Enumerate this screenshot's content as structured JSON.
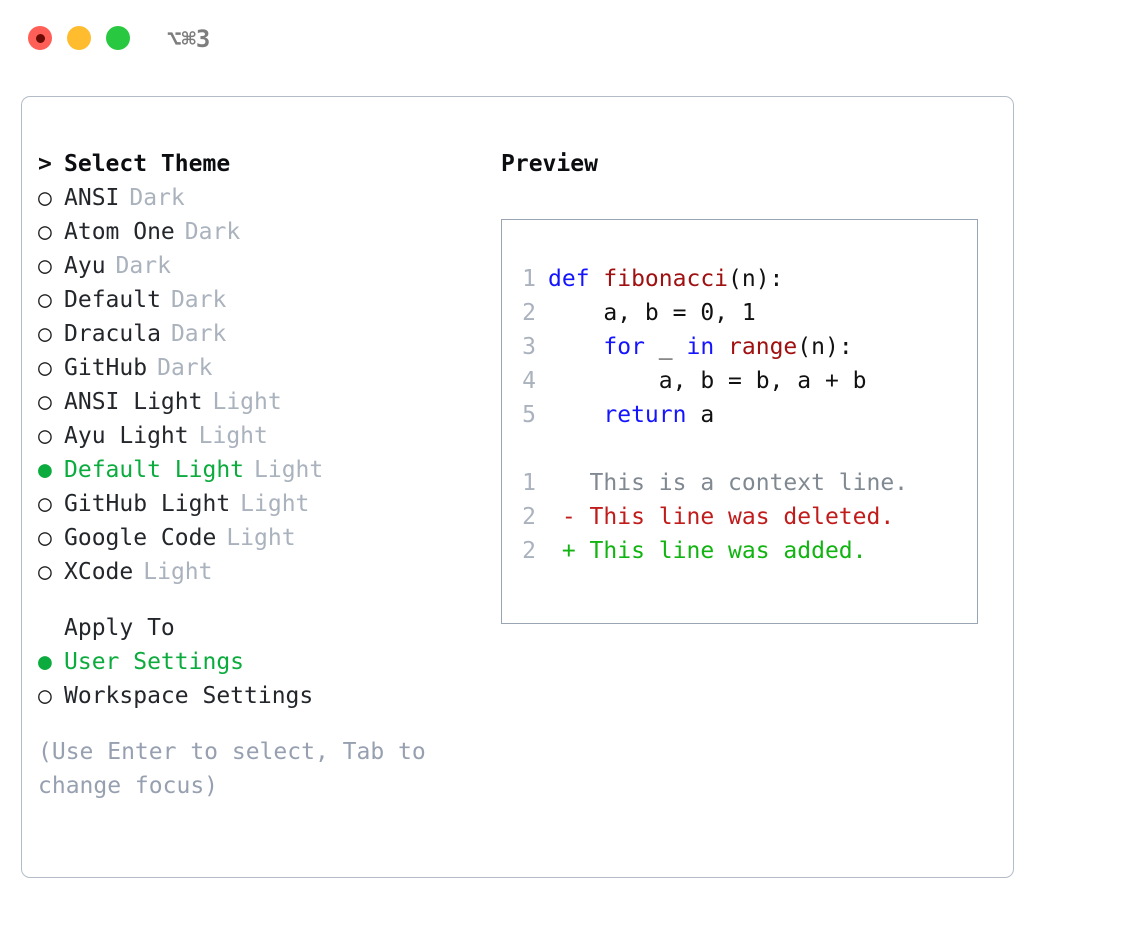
{
  "window": {
    "traffic_lights": [
      "close-button",
      "minimize-button",
      "maximize-button"
    ],
    "shortcut": "⌥⌘3"
  },
  "theme_picker": {
    "header": {
      "prompt": ">",
      "title": "Select Theme"
    },
    "marker_selected": "●",
    "marker_unselected": "○",
    "items": [
      {
        "marker": "○",
        "name": "ANSI",
        "variant": "Dark",
        "selected": false
      },
      {
        "marker": "○",
        "name": "Atom One",
        "variant": "Dark",
        "selected": false
      },
      {
        "marker": "○",
        "name": "Ayu",
        "variant": "Dark",
        "selected": false
      },
      {
        "marker": "○",
        "name": "Default",
        "variant": "Dark",
        "selected": false
      },
      {
        "marker": "○",
        "name": "Dracula",
        "variant": "Dark",
        "selected": false
      },
      {
        "marker": "○",
        "name": "GitHub",
        "variant": "Dark",
        "selected": false
      },
      {
        "marker": "○",
        "name": "ANSI Light",
        "variant": "Light",
        "selected": false
      },
      {
        "marker": "○",
        "name": "Ayu Light",
        "variant": "Light",
        "selected": false
      },
      {
        "marker": "●",
        "name": "Default Light",
        "variant": "Light",
        "selected": true
      },
      {
        "marker": "○",
        "name": "GitHub Light",
        "variant": "Light",
        "selected": false
      },
      {
        "marker": "○",
        "name": "Google Code",
        "variant": "Light",
        "selected": false
      },
      {
        "marker": "○",
        "name": "XCode",
        "variant": "Light",
        "selected": false
      }
    ]
  },
  "apply_to": {
    "title": "Apply To",
    "options": [
      {
        "marker": "●",
        "label": "User Settings",
        "selected": true
      },
      {
        "marker": "○",
        "label": "Workspace Settings",
        "selected": false
      }
    ]
  },
  "hint": "(Use Enter to select, Tab to change focus)",
  "preview": {
    "title": "Preview",
    "code": [
      {
        "num": "1",
        "tokens": [
          {
            "t": "def ",
            "c": "kw"
          },
          {
            "t": "fibonacci",
            "c": "fn"
          },
          {
            "t": "(n):",
            "c": "plain"
          }
        ]
      },
      {
        "num": "2",
        "tokens": [
          {
            "t": "    a, b = 0, 1",
            "c": "plain"
          }
        ]
      },
      {
        "num": "3",
        "tokens": [
          {
            "t": "    ",
            "c": "plain"
          },
          {
            "t": "for",
            "c": "kw"
          },
          {
            "t": " _ ",
            "c": "plain"
          },
          {
            "t": "in",
            "c": "kw"
          },
          {
            "t": " ",
            "c": "plain"
          },
          {
            "t": "range",
            "c": "fn"
          },
          {
            "t": "(n):",
            "c": "plain"
          }
        ]
      },
      {
        "num": "4",
        "tokens": [
          {
            "t": "        a, b = b, a + b",
            "c": "plain"
          }
        ]
      },
      {
        "num": "5",
        "tokens": [
          {
            "t": "    ",
            "c": "plain"
          },
          {
            "t": "return",
            "c": "kw"
          },
          {
            "t": " a",
            "c": "plain"
          }
        ]
      }
    ],
    "diff": [
      {
        "num": "1",
        "sign": " ",
        "text": "This is a context line.",
        "kind": "diff-ctx"
      },
      {
        "num": "2",
        "sign": "-",
        "text": "This line was deleted.",
        "kind": "diff-del"
      },
      {
        "num": "2",
        "sign": "+",
        "text": "This line was added.",
        "kind": "diff-add"
      }
    ]
  },
  "colors": {
    "accent_green": "#0cab3e",
    "muted_gray": "#aab2bd",
    "hint_gray": "#97a0b0",
    "keyword_blue": "#1414ff",
    "function_red": "#a01010",
    "diff_delete": "#c01c1c",
    "diff_add": "#11b411",
    "border": "#b4bcc8"
  }
}
